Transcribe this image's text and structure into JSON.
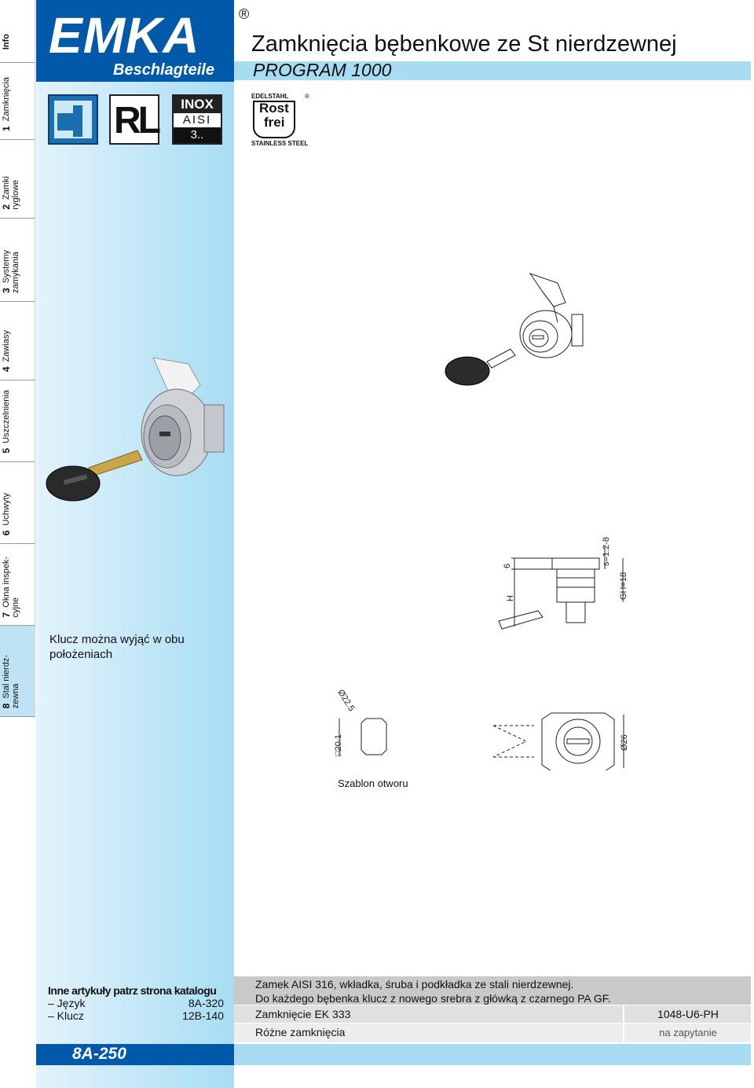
{
  "tabs": [
    {
      "num": "",
      "text": "Info",
      "active": false
    },
    {
      "num": "1",
      "text": "Zamknięcia",
      "active": false
    },
    {
      "num": "2",
      "text": "Zamki\nryglowe",
      "active": false
    },
    {
      "num": "3",
      "text": "Systemy\nzamykania",
      "active": false
    },
    {
      "num": "4",
      "text": "Zawiasy",
      "active": false
    },
    {
      "num": "5",
      "text": "Uszczelnienia",
      "active": false
    },
    {
      "num": "6",
      "text": "Uchwyty",
      "active": false
    },
    {
      "num": "7",
      "text": "Okna inspek-\ncyjne",
      "active": false
    },
    {
      "num": "8",
      "text": "Stal nierdz-\nzewna",
      "active": true
    }
  ],
  "brand": {
    "logo": "EMKA",
    "subtitle": "Beschlagteile",
    "registered": "®"
  },
  "header": {
    "title": "Zamknięcia bębenkowe ze St nierdzewnej",
    "program": "PROGRAM 1000"
  },
  "badges": {
    "rl": "RL",
    "inox_top": "INOX",
    "inox_mid": "AISI",
    "inox_bot": "3..",
    "rostfrei_top": "EDELSTAHL",
    "rostfrei_w1": "Rost",
    "rostfrei_w2": "frei",
    "rostfrei_bot": "STAINLESS STEEL",
    "rostfrei_reg": "®"
  },
  "note": {
    "line1": "Klucz można wyjąć w obu",
    "line2": "położeniach"
  },
  "drawing": {
    "dim_6": "6",
    "dim_H": "H",
    "dim_s": "s=1.2-8",
    "dim_GH": "GH=18",
    "dim_hole_d": "Ø22.5",
    "dim_hole_sq": "□20.1",
    "dim_d26": "Ø26",
    "hole_label": "Szablon otworu"
  },
  "see_also": {
    "title": "Inne artykuły patrz strona katalogu",
    "rows": [
      {
        "label": "– Język",
        "page": "8A-320"
      },
      {
        "label": "– Klucz",
        "page": "12B-140"
      }
    ]
  },
  "page_number": "8A-250",
  "spec": {
    "desc_line1": "Zamek AISI 316, wkładka, śruba i podkładka ze stali nierdzewnej.",
    "desc_line2": "Do każdego bębenka klucz z nowego srebra z główką z czarnego PA GF.",
    "rows": [
      {
        "label": "Zamknięcie EK 333",
        "code": "1048-U6-PH"
      },
      {
        "label": "Różne zamknięcia",
        "code": "na zapytanie"
      }
    ]
  }
}
